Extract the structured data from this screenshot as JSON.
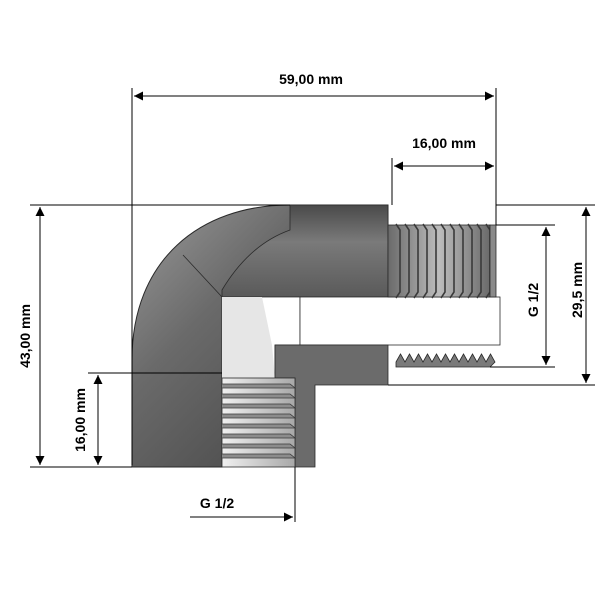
{
  "dimensions": {
    "overall_width": "59,00 mm",
    "male_thread_length": "16,00 mm",
    "overall_height": "43,00 mm",
    "female_thread_length": "16,00 mm",
    "male_offset": "29,5 mm"
  },
  "threads": {
    "male": "G 1/2",
    "female": "G 1/2"
  },
  "colors": {
    "body": "#5e5e5e",
    "body_highlight": "#8f8f8f",
    "body_shadow": "#3a3a3a",
    "thread": "#9a9a9a",
    "line": "#000000",
    "background": "#ffffff"
  }
}
